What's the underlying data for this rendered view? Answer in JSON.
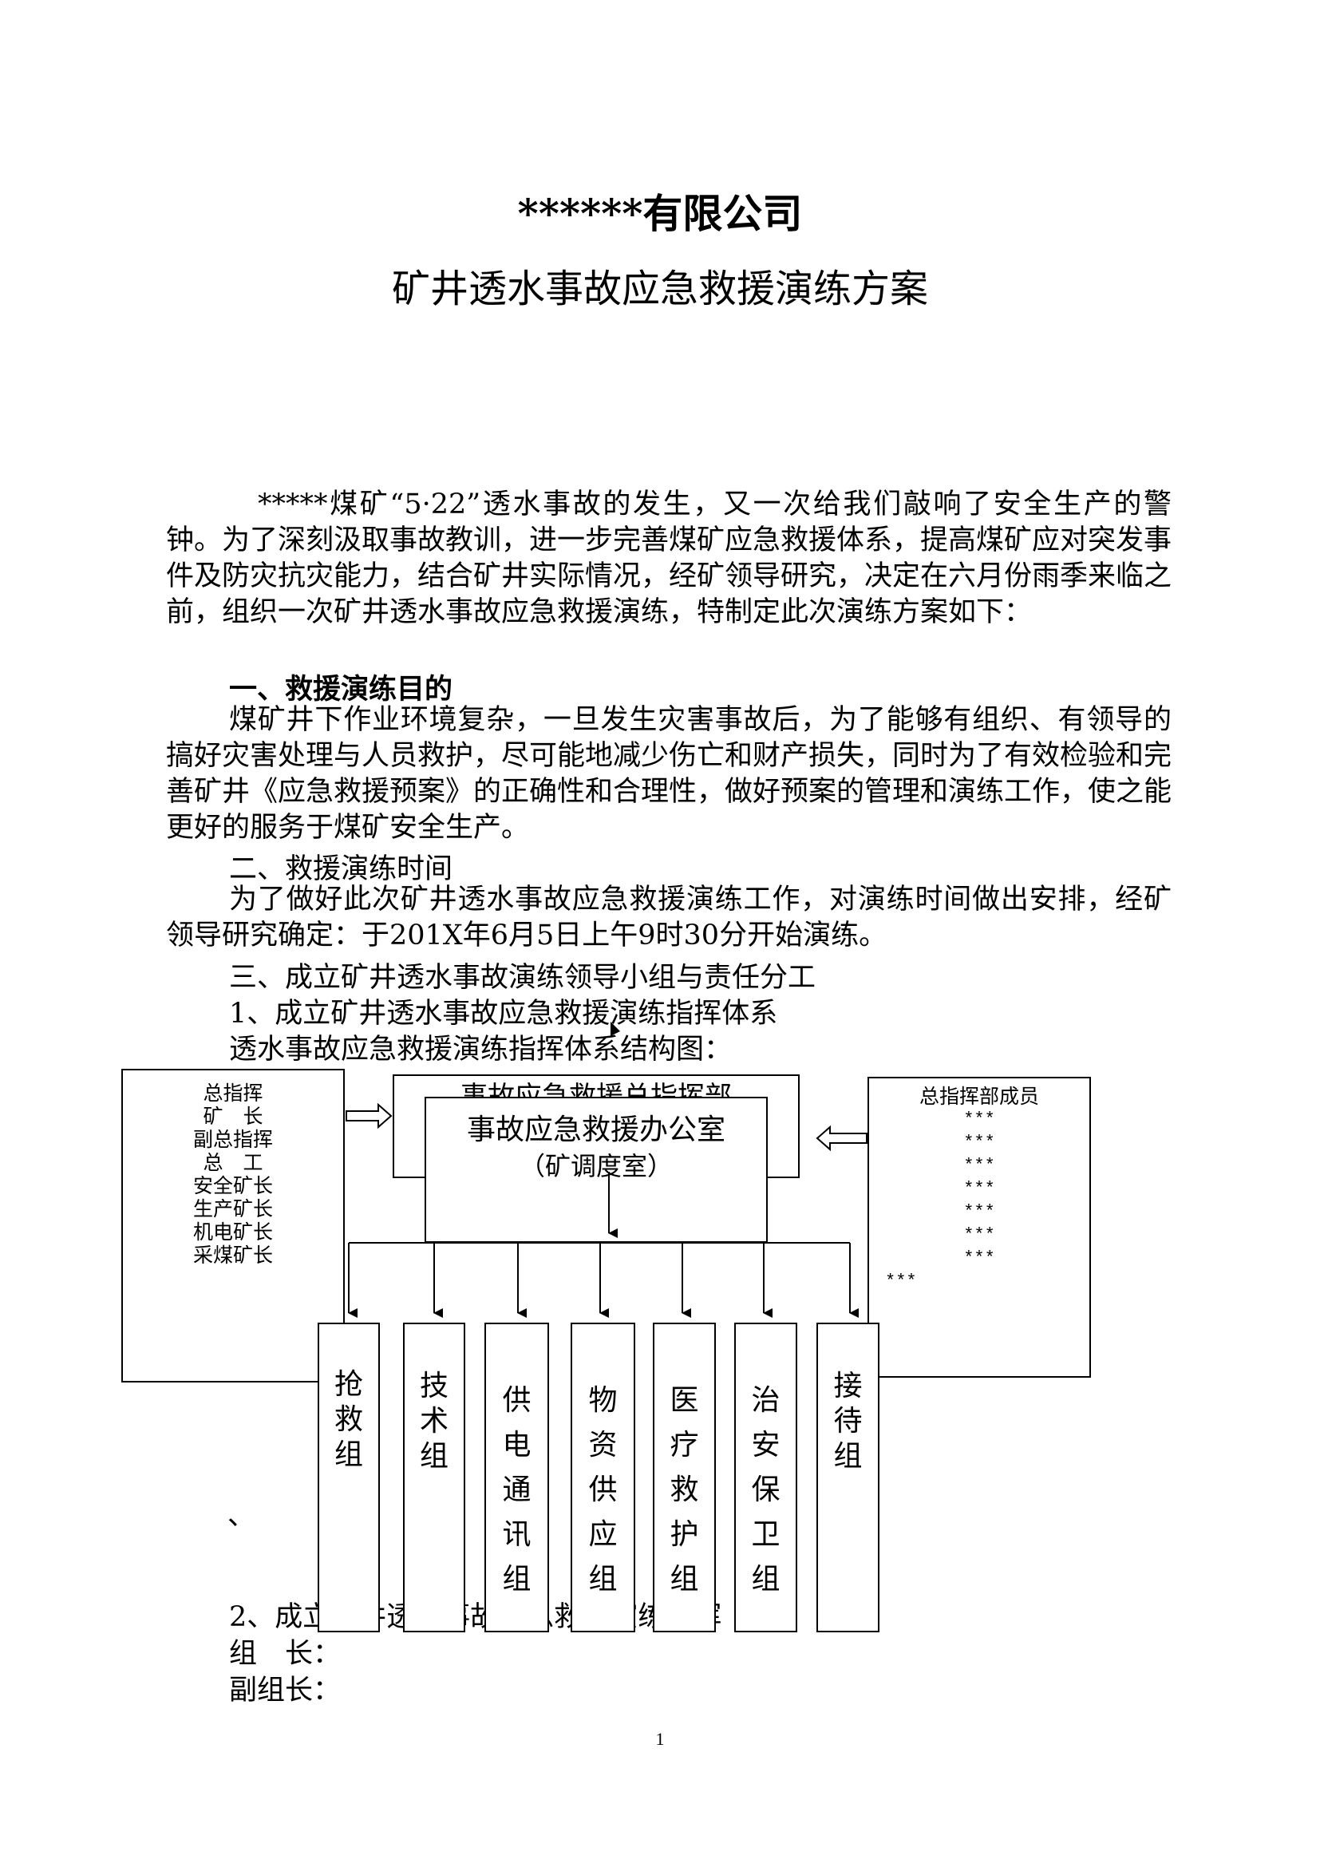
{
  "header": {
    "company": "******有限公司",
    "title": "矿井透水事故应急救援演练方案"
  },
  "intro": {
    "text": "*****煤矿“5·22”透水事故的发生，又一次给我们敲响了安全生产的警钟。为了深刻汲取事故教训，进一步完善煤矿应急救援体系，提高煤矿应对突发事件及防灾抗灾能力，结合矿井实际情况，经矿领导研究，决定在六月份雨季来临之前，组织一次矿井透水事故应急救援演练，特制定此次演练方案如下："
  },
  "section1": {
    "heading": "一、救援演练目的",
    "text": "煤矿井下作业环境复杂，一旦发生灾害事故后，为了能够有组织、有领导的搞好灾害处理与人员救护，尽可能地减少伤亡和财产损失，同时为了有效检验和完善矿井《应急救援预案》的正确性和合理性，做好预案的管理和演练工作，使之能更好的服务于煤矿安全生产。"
  },
  "section2": {
    "heading": "二、救援演练时间",
    "text": "为了做好此次矿井透水事故应急救援演练工作，对演练时间做出安排，经矿领导研究确定：于201X年6月5日上午9时30分开始演练。"
  },
  "section3": {
    "heading": "三、成立矿井透水事故演练领导小组与责任分工",
    "sub1": "1、成立矿井透水事故应急救援演练指挥体系",
    "chart_caption": "透水事故应急救援演练指挥体系结构图：",
    "sub2": "2、成立矿井透水事故应急救援演练指挥",
    "leader": "组　长：",
    "deputy": "副组长："
  },
  "diagram": {
    "left_box": [
      "总指挥",
      "矿　长",
      "副总指挥",
      "总　工",
      "安全矿长",
      "生产矿长",
      "机电矿长",
      "采煤矿长"
    ],
    "hq_box": "事故应急救援总指挥部",
    "office_title": "事故应急救援办公室",
    "office_sub": "（矿调度室）",
    "right_box_title": "总指挥部成员",
    "right_box_items": [
      "***",
      "***",
      "***",
      "***",
      "***",
      "***",
      "***",
      "***"
    ],
    "groups": [
      "抢救组",
      "技术组",
      "供电通讯组",
      "物资供应组",
      "医疗救护组",
      "治安保卫组",
      "接待组"
    ],
    "stray_mark": "、"
  },
  "footer": {
    "page": "1"
  }
}
